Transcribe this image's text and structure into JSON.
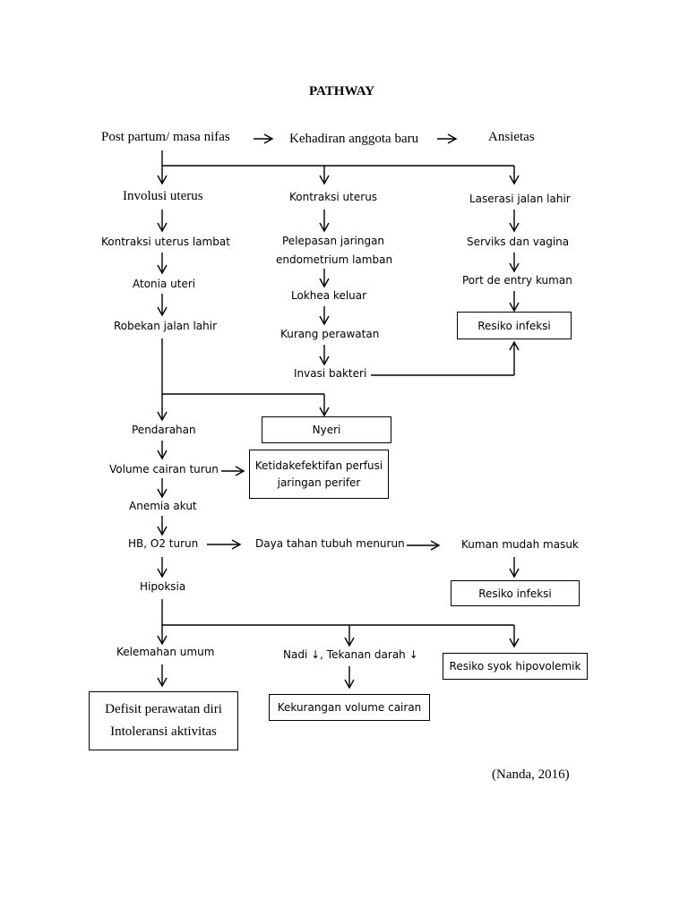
{
  "title": "PATHWAY",
  "top_row": {
    "post_partum": "Post partum/ masa nifas",
    "kehadiran": "Kehadiran anggota baru",
    "ansietas": "Ansietas"
  },
  "left_branch": {
    "involusi": "Involusi uterus",
    "kontraksi_lambat": "Kontraksi uterus lambat",
    "atonia": "Atonia uteri",
    "robekan": "Robekan jalan lahir"
  },
  "middle_branch": {
    "kontraksi": "Kontraksi uterus",
    "pelepasan_1": "Pelepasan jaringan",
    "pelepasan_2": "endometrium lamban",
    "lokhea": "Lokhea keluar",
    "kurang": "Kurang perawatan",
    "invasi": "Invasi bakteri"
  },
  "right_branch": {
    "laserasi": "Laserasi jalan lahir",
    "serviks": "Serviks dan vagina",
    "port": "Port de entry kuman",
    "resiko_infeksi_1": "Resiko infeksi"
  },
  "lower": {
    "pendarahan": "Pendarahan",
    "nyeri": "Nyeri",
    "volume_cairan": "Volume cairan turun",
    "perfusi_1": "Ketidakefektifan perfusi",
    "perfusi_2": "jaringan perifer",
    "anemia": "Anemia akut",
    "hb": "HB, O2 turun",
    "daya_tahan": "Daya tahan tubuh menurun",
    "kuman": "Kuman mudah masuk",
    "resiko_infeksi_2": "Resiko infeksi",
    "hipoksia": "Hipoksia",
    "kelemahan": "Kelemahan umum",
    "nadi": "Nadi ↓, Tekanan darah ↓",
    "syok": "Resiko syok hipovolemik",
    "defisit": "Defisit perawatan diri",
    "intoleransi": "Intoleransi aktivitas",
    "kekurangan": "Kekurangan volume cairan"
  },
  "citation": "(Nanda, 2016)"
}
